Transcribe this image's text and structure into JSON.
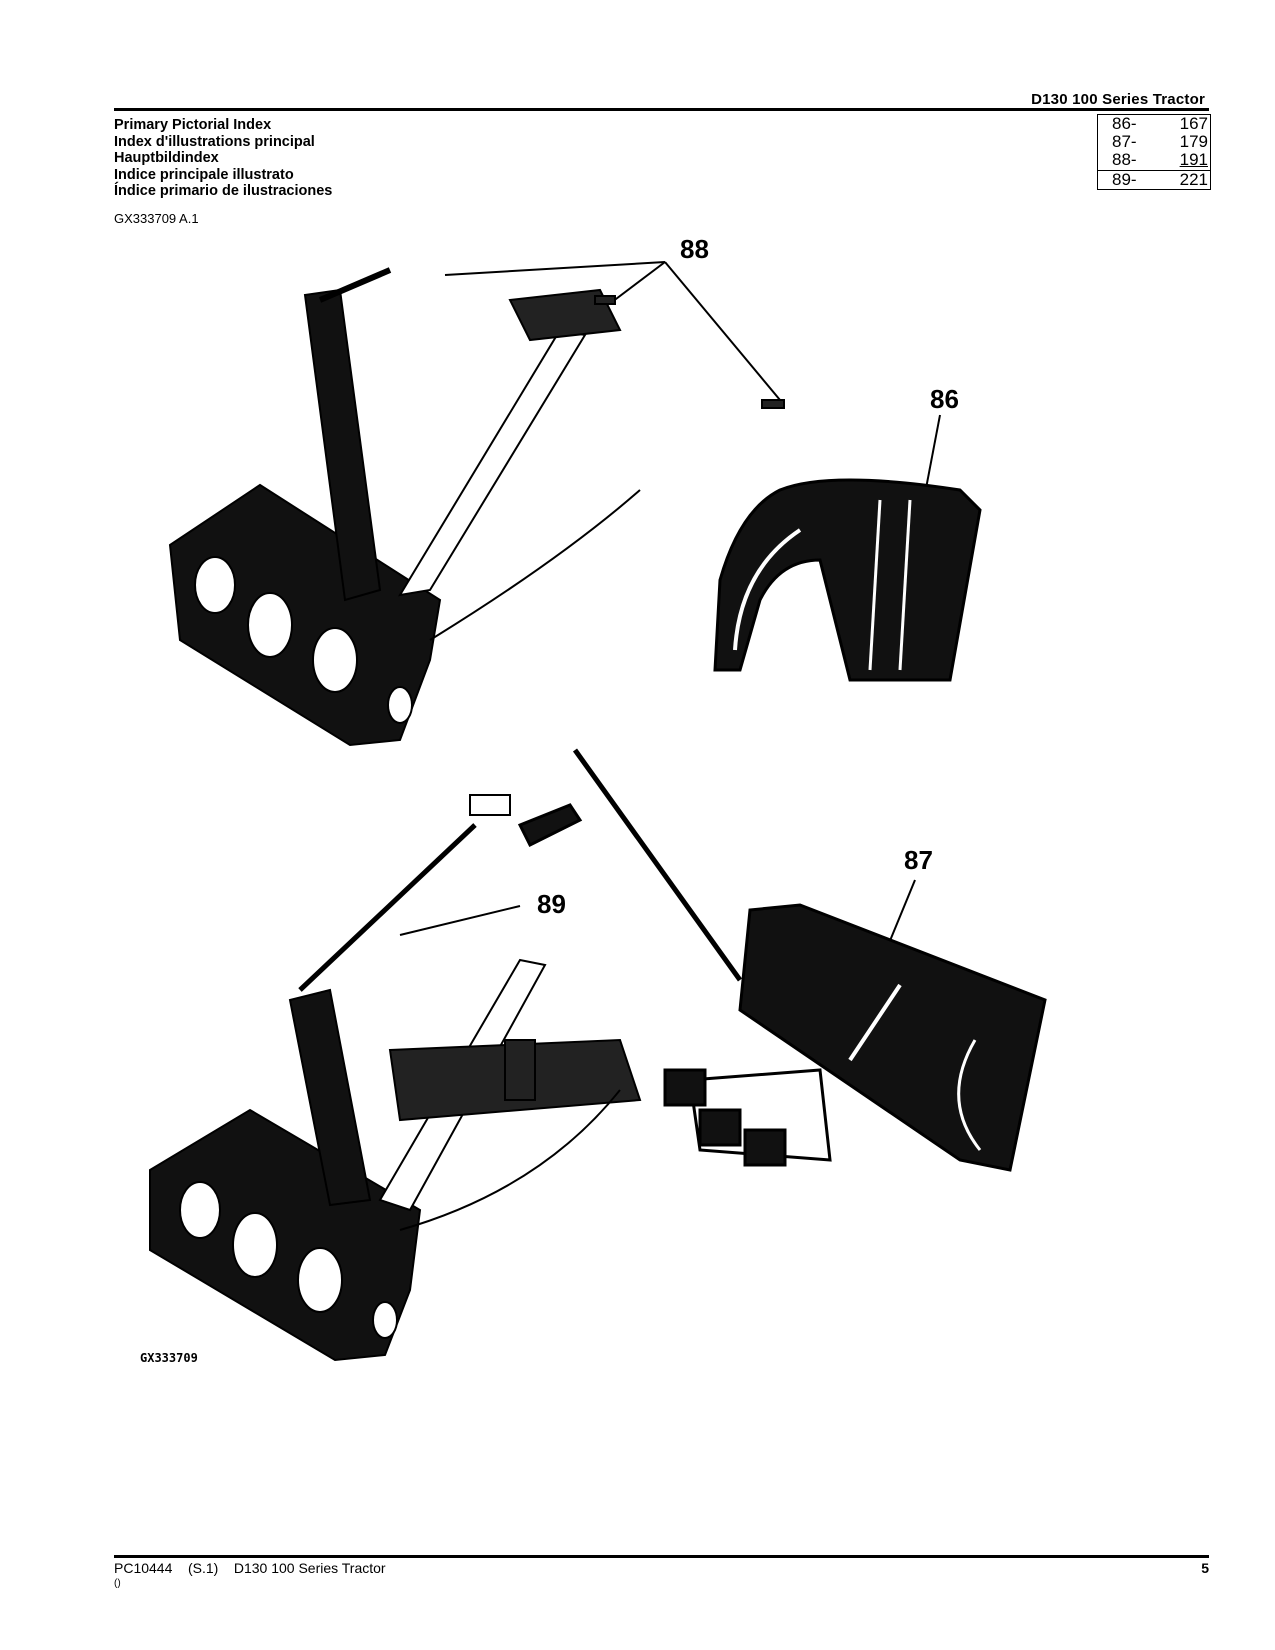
{
  "header": {
    "doc_title": "D130 100 Series Tractor"
  },
  "titles": [
    "Primary Pictorial Index",
    "Index d'illustrations principal",
    "Hauptbildindex",
    "Indice principale illustrato",
    "Índice primario de ilustraciones"
  ],
  "index_table": [
    {
      "ref": "86-",
      "page": "167"
    },
    {
      "ref": "87-",
      "page": "179"
    },
    {
      "ref": "88-",
      "page": "191"
    },
    {
      "ref": "89-",
      "page": "221"
    }
  ],
  "figure_id": "GX333709 A.1",
  "callouts": {
    "c88": "88",
    "c86": "86",
    "c89": "89",
    "c87": "87"
  },
  "figure_label": "GX333709",
  "footer": {
    "left": "PC10444    (S.1)    D130 100 Series Tractor",
    "sub": "()",
    "page": "5"
  }
}
